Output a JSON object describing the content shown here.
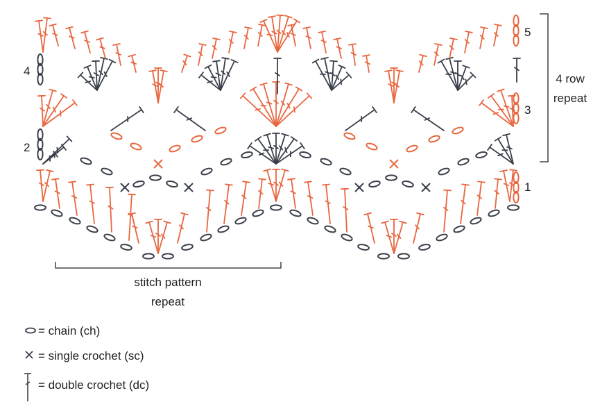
{
  "colors": {
    "accent": "#e8663f",
    "dark": "#3a3f4a",
    "line": "#222222"
  },
  "row_labels": [
    "1",
    "2",
    "3",
    "4",
    "5"
  ],
  "row_label_colors": [
    "accent",
    "dark",
    "accent",
    "dark",
    "accent"
  ],
  "repeat_bracket": {
    "line1": "4 row",
    "line2": "repeat"
  },
  "stitch_repeat": {
    "line1": "stitch pattern",
    "line2": "repeat"
  },
  "legend": [
    {
      "symbol": "chain-icon",
      "text": "= chain (ch)"
    },
    {
      "symbol": "single-crochet-icon",
      "text": "= single crochet (sc)"
    },
    {
      "symbol": "double-crochet-icon",
      "text": "= double crochet (dc)"
    }
  ]
}
